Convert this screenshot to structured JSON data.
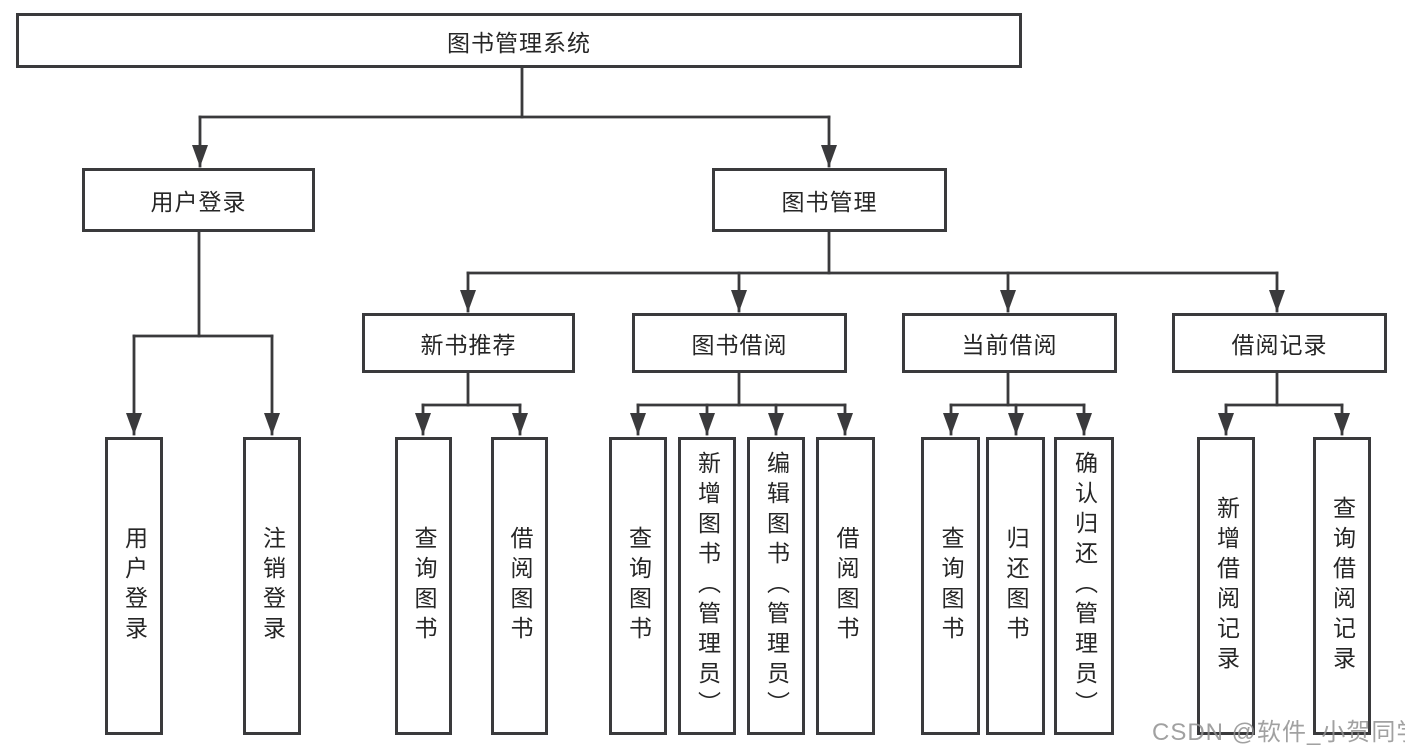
{
  "tree": {
    "label": "图书管理系统",
    "children": [
      {
        "label": "用户登录",
        "children": [
          {
            "label": "用户登录"
          },
          {
            "label": "注销登录"
          }
        ]
      },
      {
        "label": "图书管理",
        "children": [
          {
            "label": "新书推荐",
            "children": [
              {
                "label": "查询图书"
              },
              {
                "label": "借阅图书"
              }
            ]
          },
          {
            "label": "图书借阅",
            "children": [
              {
                "label": "查询图书"
              },
              {
                "label": "新增图书（管理员）"
              },
              {
                "label": "编辑图书（管理员）"
              },
              {
                "label": "借阅图书"
              }
            ]
          },
          {
            "label": "当前借阅",
            "children": [
              {
                "label": "查询图书"
              },
              {
                "label": "归还图书"
              },
              {
                "label": "确认归还（管理员）"
              }
            ]
          },
          {
            "label": "借阅记录",
            "children": [
              {
                "label": "新增借阅记录"
              },
              {
                "label": "查询借阅记录"
              }
            ]
          }
        ]
      }
    ]
  },
  "watermark": {
    "text": "CSDN @软件_小贺同学"
  },
  "colors": {
    "line": "#3a3a3c",
    "text": "#262626",
    "watermark": "#919191",
    "background": "#ffffff"
  }
}
